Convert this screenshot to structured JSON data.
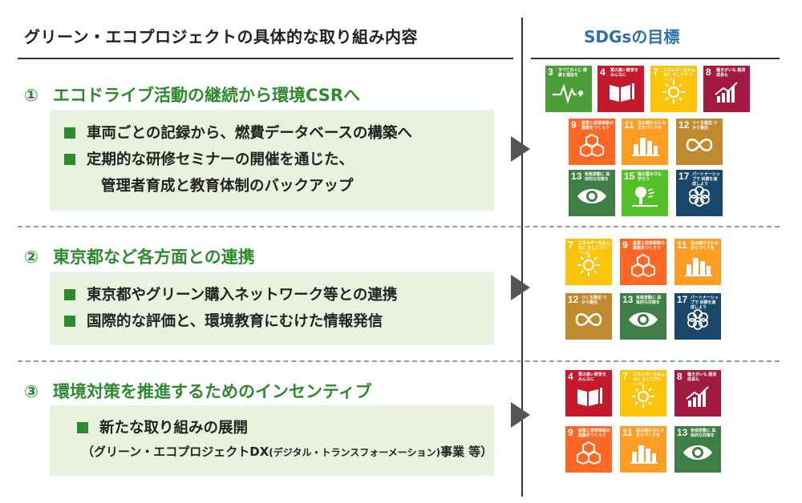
{
  "header": {
    "left_title": "グリーン・エコプロジェクトの具体的な取り組み内容",
    "right_title": "SDGsの目標"
  },
  "sections": [
    {
      "number": "①",
      "title": "エコドライブ活動の継続から環境CSRへ",
      "bullets": [
        "車両ごとの記録から、燃費データベースの構築へ",
        "定期的な研修セミナーの開催を通じた、"
      ],
      "continuation": "管理者育成と教育体制のバックアップ"
    },
    {
      "number": "②",
      "title": "東京都など各方面との連携",
      "bullets": [
        "東京都やグリーン購入ネットワーク等との連携",
        "国際的な評価と、環境教育にむけた情報発信"
      ]
    },
    {
      "number": "③",
      "title": "環境対策を推進するためのインセンティブ",
      "bullets": [
        "新たな取り組みの展開"
      ],
      "note_open": "（グリーン・エコプロジェクトDX",
      "note_small": "(デジタル・トランスフォーメーション)",
      "note_close": "事業 等）"
    }
  ],
  "sdg_goals": {
    "3": {
      "num": "3",
      "label": "すべての人に 健康と福祉を",
      "color": "#4c9f38",
      "icon": "heartbeat-icon"
    },
    "4": {
      "num": "4",
      "label": "質の高い教育を みんなに",
      "color": "#c5192d",
      "icon": "book-icon"
    },
    "7": {
      "num": "7",
      "label": "エネルギーをみんなに そしてクリーンに",
      "color": "#fcc30b",
      "icon": "sun-icon"
    },
    "8": {
      "num": "8",
      "label": "働きがいも 経済成長も",
      "color": "#a21942",
      "icon": "growth-chart-icon"
    },
    "9": {
      "num": "9",
      "label": "産業と技術革新の 基盤をつくろう",
      "color": "#fd6925",
      "icon": "cubes-icon"
    },
    "11": {
      "num": "11",
      "label": "住み続けられる まちづくりを",
      "color": "#fd9d24",
      "icon": "city-icon"
    },
    "12": {
      "num": "12",
      "label": "つくる責任 つかう責任",
      "color": "#bf8b2e",
      "icon": "infinity-icon"
    },
    "13": {
      "num": "13",
      "label": "気候変動に 具体的な対策を",
      "color": "#3f7e44",
      "icon": "eye-globe-icon"
    },
    "15": {
      "num": "15",
      "label": "陸の豊かさも 守ろう",
      "color": "#56c02b",
      "icon": "tree-icon"
    },
    "17": {
      "num": "17",
      "label": "パートナーシップで 目標を達成しよう",
      "color": "#19486a",
      "icon": "flower-icon"
    }
  },
  "sdg_groups": [
    [
      "3",
      "4",
      "7",
      "8",
      "9",
      "11",
      "12",
      "13",
      "15",
      "17"
    ],
    [
      "7",
      "9",
      "11",
      "12",
      "13",
      "17"
    ],
    [
      "4",
      "7",
      "8",
      "9",
      "11",
      "13"
    ]
  ]
}
